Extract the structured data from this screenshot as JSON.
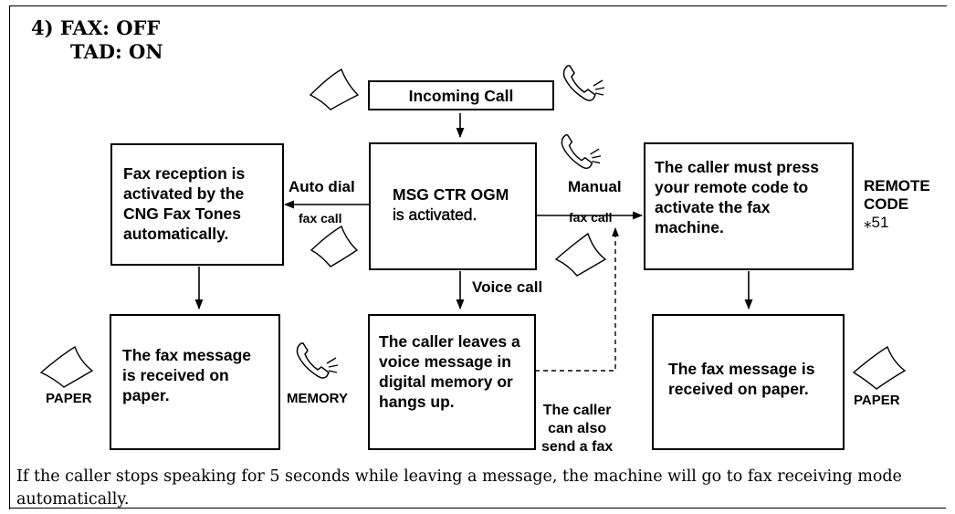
{
  "header": {
    "line1": "4)  FAX: OFF",
    "line2": "TAD: ON"
  },
  "boxes": {
    "incoming": "Incoming Call",
    "fax_reception": [
      "Fax reception is",
      "activated by the",
      "CNG Fax Tones",
      "automatically."
    ],
    "msg_ctr_line1": "MSG CTR OGM",
    "msg_ctr_line2": "is activated.",
    "caller_must": [
      "The caller must press",
      "your remote code to",
      "activate the fax",
      "machine."
    ],
    "fax_received_left": [
      "The fax message",
      "is received on",
      "paper."
    ],
    "voice_message": [
      "The caller leaves a",
      "voice message in",
      "digital memory or",
      "hangs up."
    ],
    "fax_received_right": [
      "The fax message is",
      "received on paper."
    ]
  },
  "labels": {
    "auto_dial": "Auto dial",
    "fax_call_left": "fax call",
    "manual": "Manual",
    "fax_call_right": "fax call",
    "voice_call": "Voice call",
    "remote_code_1": "REMOTE",
    "remote_code_2": "CODE",
    "remote_code_3": "⁎51",
    "paper_left": "PAPER",
    "memory": "MEMORY",
    "paper_right": "PAPER",
    "caller_also_1": "The caller",
    "caller_also_2": "can also",
    "caller_also_3": "send a fax"
  },
  "icons": {
    "paper": "paper-sheet-icon",
    "handset": "telephone-handset-icon"
  },
  "footnote": "If the caller stops speaking for 5 seconds while leaving a message, the machine will go to fax receiving mode automatically."
}
